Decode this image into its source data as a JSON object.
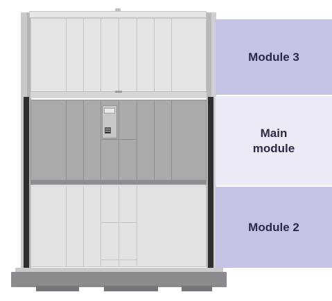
{
  "modules": {
    "top_label": "Module 3",
    "main_label_line1": "Main",
    "main_label_line2": "module",
    "bottom_label": "Module 2"
  },
  "colors": {
    "label_highlight": "#c3c3e6",
    "label_main": "#ebebf8",
    "label_text": "#2b2b48",
    "main_module": "#a9a9ae",
    "side_module": "#e4e4e6"
  }
}
